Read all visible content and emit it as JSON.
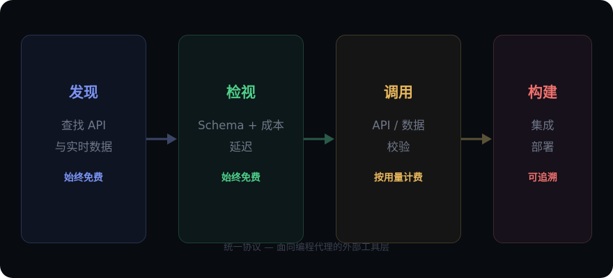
{
  "stages": [
    {
      "title": "发现",
      "desc": [
        "查找 API",
        "与实时数据"
      ],
      "tag": "始终免费",
      "color": "#7b93f5"
    },
    {
      "title": "检视",
      "desc": [
        "Schema + 成本",
        "延迟"
      ],
      "tag": "始终免费",
      "color": "#4fcf8a"
    },
    {
      "title": "调用",
      "desc": [
        "API / 数据",
        "校验"
      ],
      "tag": "按用量计费",
      "color": "#e9b85c"
    },
    {
      "title": "构建",
      "desc": [
        "集成",
        "部署"
      ],
      "tag": "可追溯",
      "color": "#f0716d"
    }
  ],
  "arrows": [
    {
      "color": "#3b4667"
    },
    {
      "color": "#2a5a48"
    },
    {
      "color": "#5a5236"
    }
  ],
  "footer": "统一协议 — 面向编程代理的外部工具层"
}
